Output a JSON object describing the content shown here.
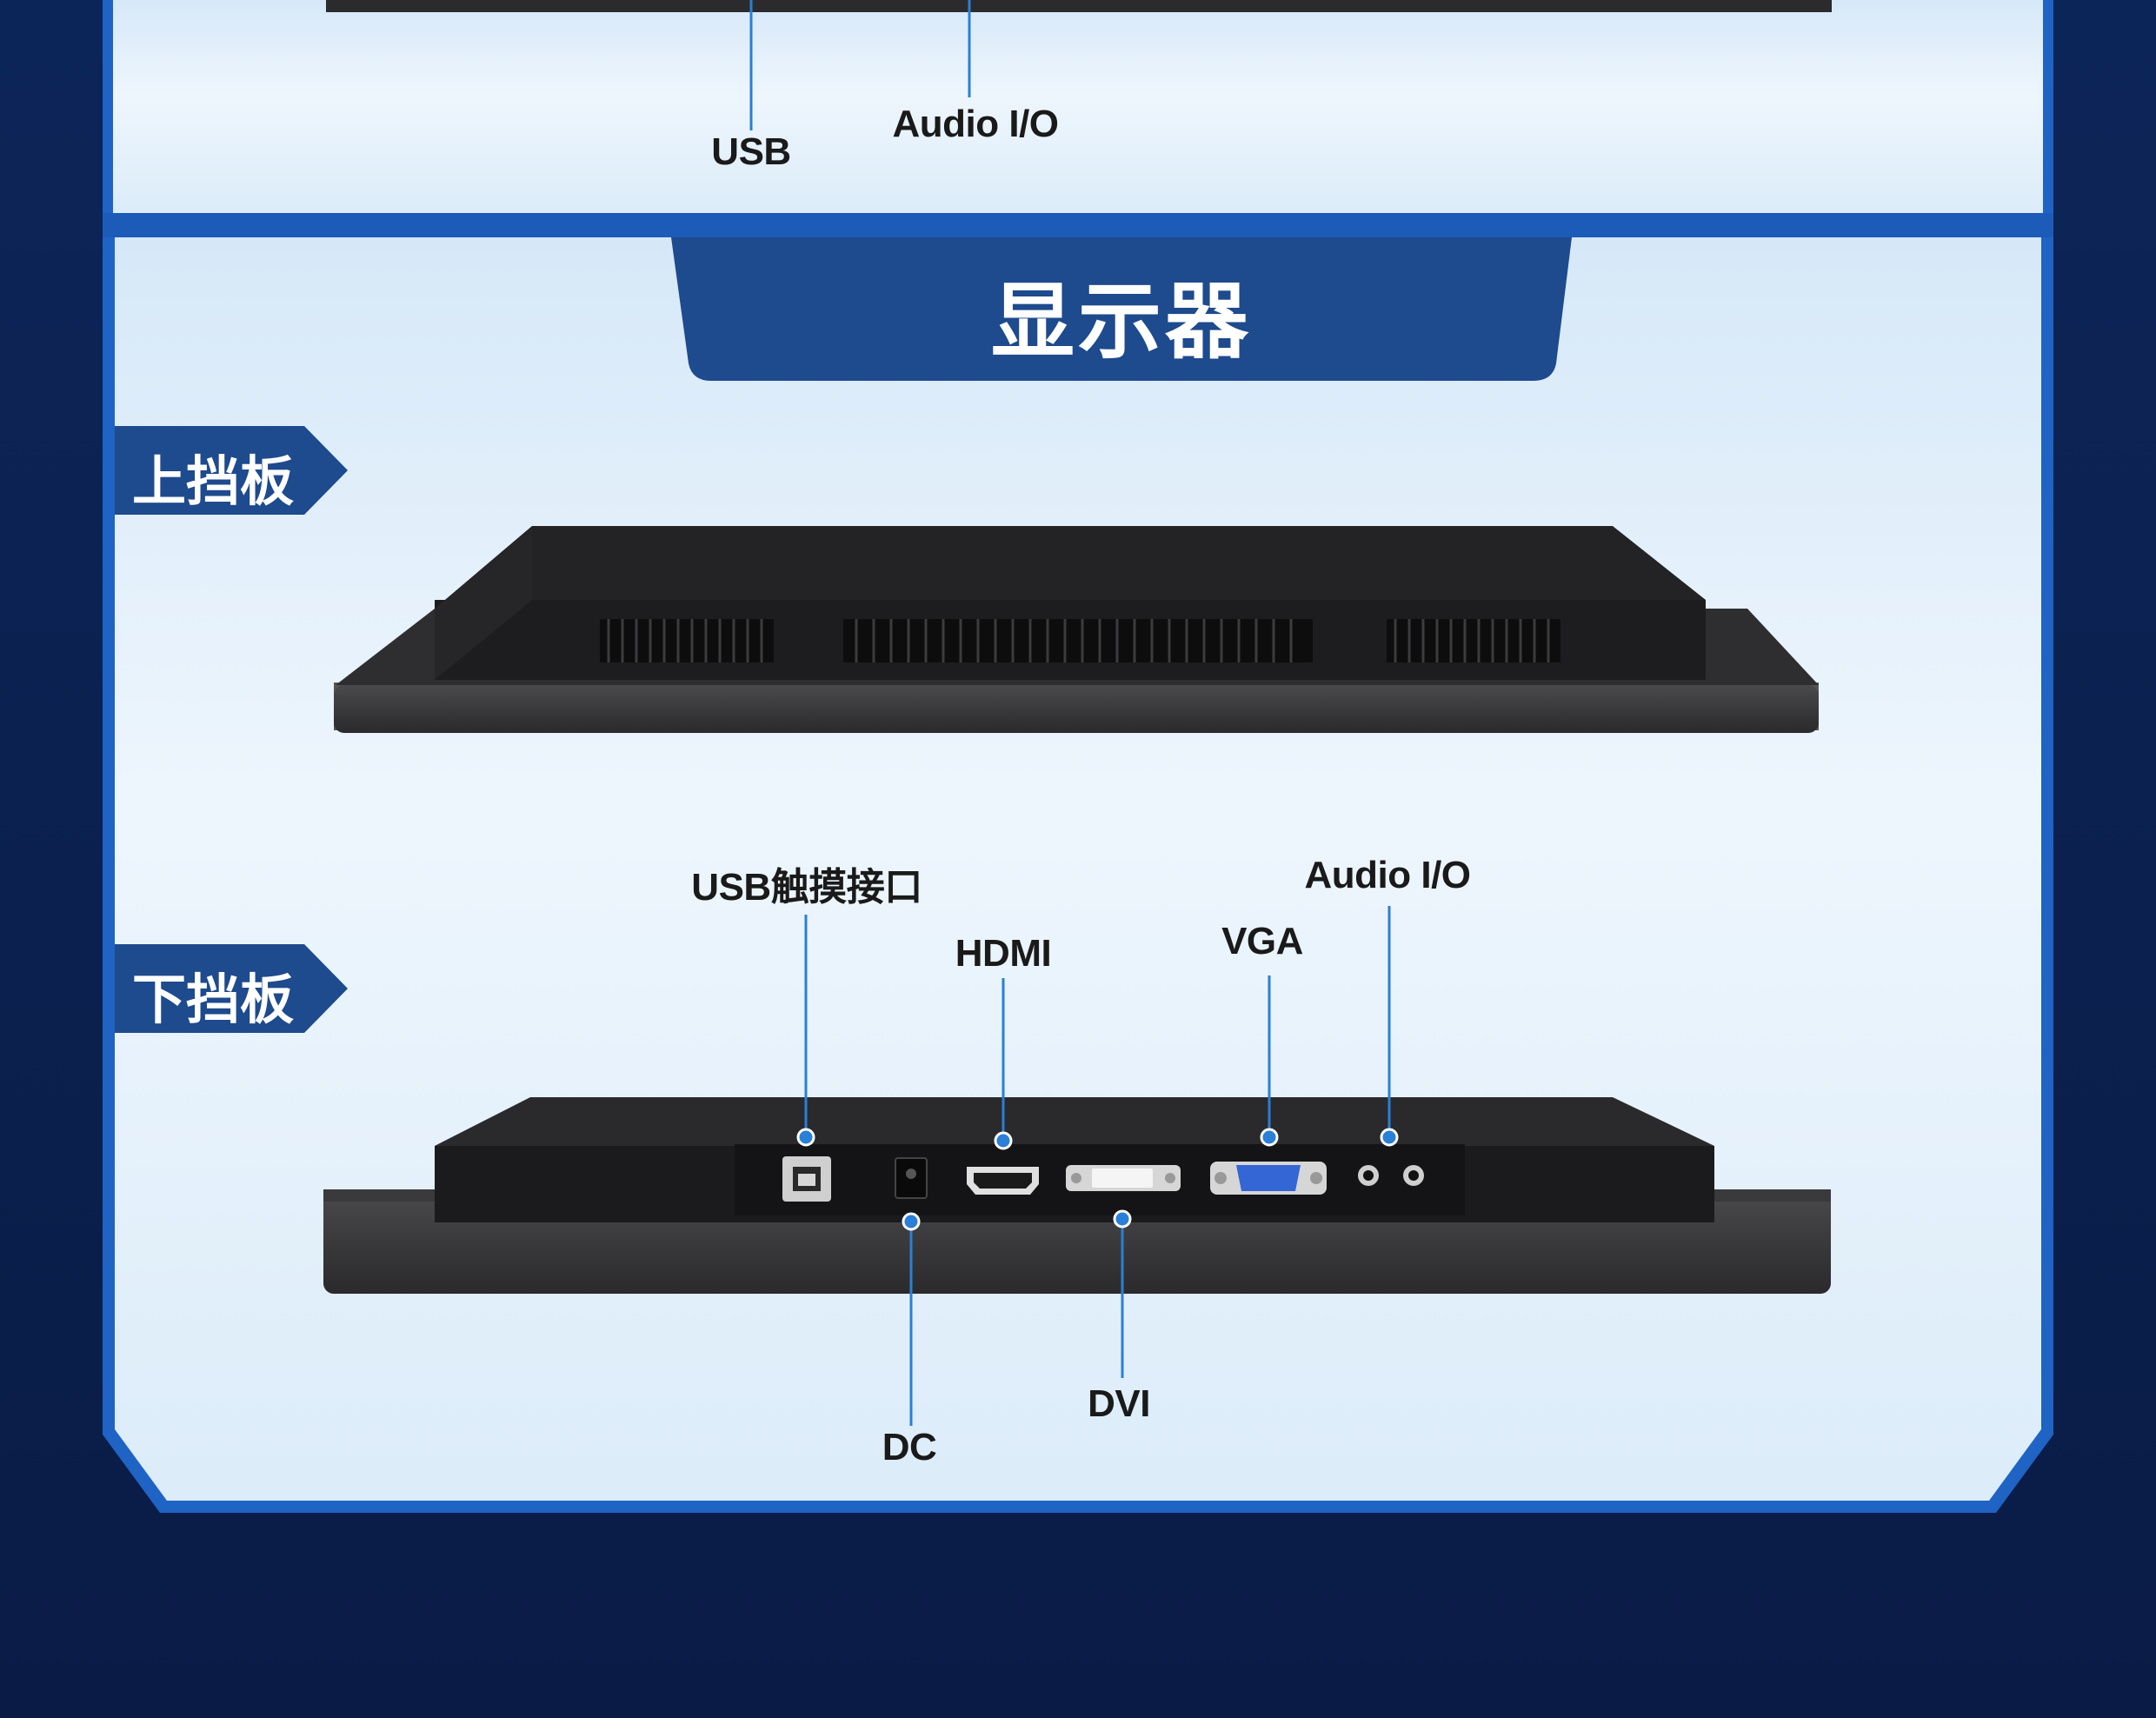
{
  "top_section": {
    "labels": {
      "usb": "USB",
      "audio_io": "Audio I/O"
    }
  },
  "section_title": "显示器",
  "upper_panel": {
    "tag": "上挡板"
  },
  "lower_panel": {
    "tag": "下挡板",
    "ports": {
      "usb_touch": "USB触摸接口",
      "hdmi": "HDMI",
      "vga": "VGA",
      "audio_io": "Audio I/O",
      "dc": "DC",
      "dvi": "DVI"
    }
  },
  "colors": {
    "page_background": "#0b2150",
    "frame_border": "#1f63c4",
    "banner": "#1e4a8e",
    "panel_light": "#e9f3fc",
    "leader_line": "#2a7fd6"
  }
}
